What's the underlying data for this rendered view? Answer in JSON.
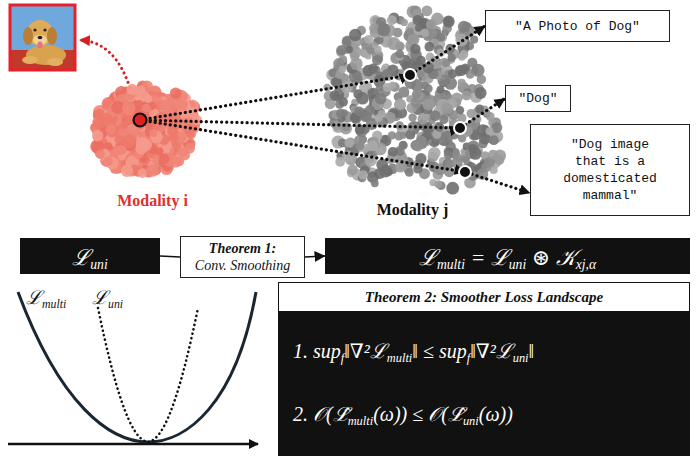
{
  "diagram": {
    "nodes": [
      {
        "text": [
          "Modality i"
        ]
      },
      {
        "text": [
          "Modality j"
        ]
      },
      {
        "text": [
          "\"A Photo of Dog\""
        ]
      },
      {
        "text": [
          "\"Dog\""
        ]
      },
      {
        "text": [
          "\"Dog image that is a domesticated mammal\""
        ]
      },
      {
        "text": [
          "ℒuni"
        ]
      },
      {
        "text": [
          "Theorem 1:",
          "Conv. Smoothing"
        ]
      },
      {
        "text": [
          "ℒmulti = ℒuni ⊛ 𝒦xj,α"
        ]
      },
      {
        "text": [
          "Theorem 2: Smoother Loss Landscape",
          "1. supf‖∇²ℒmulti‖ ≤ supf‖∇²ℒuni‖",
          "2. 𝒪(ℒ̂multi(ω)) ≤ 𝒪(ℒ̂uni(ω))"
        ]
      }
    ],
    "edges": [
      {
        "from": 0,
        "to": 2,
        "arrow": "to"
      },
      {
        "from": 0,
        "to": 3,
        "arrow": "to"
      },
      {
        "from": 0,
        "to": 4,
        "arrow": "to"
      },
      {
        "from": 5,
        "to": 6,
        "arrow": "none"
      },
      {
        "from": 6,
        "to": 7,
        "arrow": "to"
      }
    ],
    "labels": [
      "ℒmulti",
      "ℒuni"
    ]
  }
}
